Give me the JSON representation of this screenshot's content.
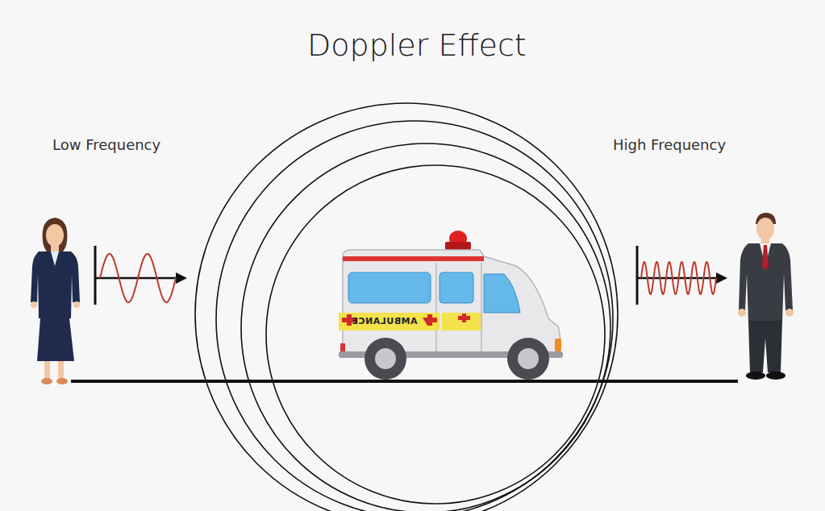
{
  "diagram": {
    "title": "Doppler Effect",
    "labels": [
      "Low Frequency",
      "High Frequency",
      "AMBULANCE"
    ]
  }
}
